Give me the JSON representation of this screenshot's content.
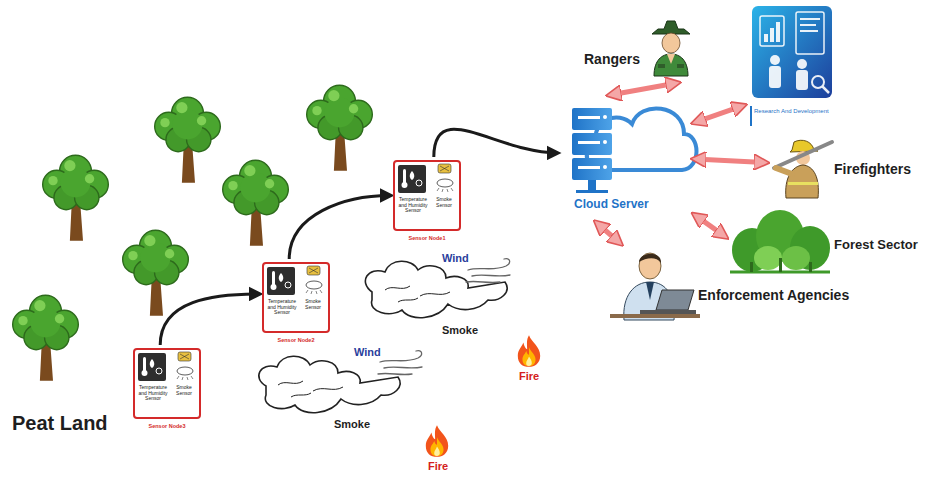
{
  "diagram": {
    "nodes": [
      {
        "text": [
          "Temperature and Humidity Sensor",
          "Smoke Sensor",
          "Sensor Node3"
        ]
      },
      {
        "text": [
          "Temperature and Humidity Sensor",
          "Smoke Sensor",
          "Sensor Node2"
        ]
      },
      {
        "text": [
          "Temperature and Humidity Sensor",
          "Smoke Sensor",
          "Sensor Node1"
        ]
      },
      {
        "text": [
          "Cloud Server"
        ]
      },
      {
        "text": [
          "Rangers"
        ]
      },
      {
        "text": [
          "Research And Development"
        ]
      },
      {
        "text": [
          "Firefighters"
        ]
      },
      {
        "text": [
          "Forest Sector"
        ]
      },
      {
        "text": [
          "Enforcement Agencies"
        ]
      }
    ],
    "edges": [
      {
        "from": 0,
        "to": 1,
        "arrow": "to"
      },
      {
        "from": 1,
        "to": 2,
        "arrow": "to"
      },
      {
        "from": 2,
        "to": 3,
        "arrow": "to"
      },
      {
        "from": 3,
        "to": 4,
        "arrow": "both"
      },
      {
        "from": 3,
        "to": 5,
        "arrow": "both"
      },
      {
        "from": 3,
        "to": 6,
        "arrow": "both"
      },
      {
        "from": 3,
        "to": 7,
        "arrow": "both"
      },
      {
        "from": 3,
        "to": 8,
        "arrow": "both"
      }
    ],
    "labels": [
      "Peat Land",
      "Wind",
      "Smoke",
      "Fire",
      "Wind",
      "Smoke",
      "Fire"
    ]
  }
}
